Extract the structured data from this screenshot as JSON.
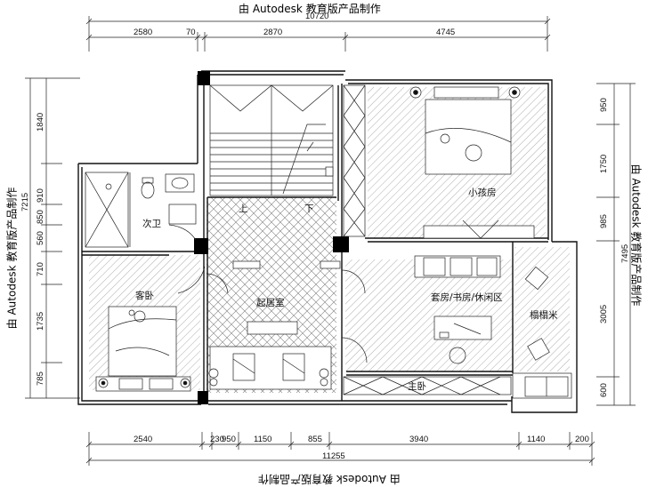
{
  "watermark": {
    "text": "由 Autodesk 教育版产品制作"
  },
  "dimensions": {
    "top_total": "10720",
    "top_segments": [
      "2580",
      "70",
      "2870",
      "4745"
    ],
    "bottom_segments": [
      "2540",
      "230",
      "950",
      "1150",
      "855",
      "3940",
      "1140",
      "200"
    ],
    "bottom_total": "11255",
    "left_total": "7215",
    "left_segments": [
      "1840",
      "910",
      "850",
      "560",
      "710",
      "1735",
      "785"
    ],
    "right_total": "7495",
    "right_segments": [
      "950",
      "1750",
      "985",
      "3005",
      "600"
    ]
  },
  "rooms": {
    "bathroom": "次卫",
    "guest_bedroom": "客卧",
    "living_room": "起居室",
    "up": "上",
    "down": "下",
    "kids_room": "小孩房",
    "suite_area": "套房/书房/休闲区",
    "tatami": "榻榻米",
    "master_bedroom": "主卧"
  }
}
